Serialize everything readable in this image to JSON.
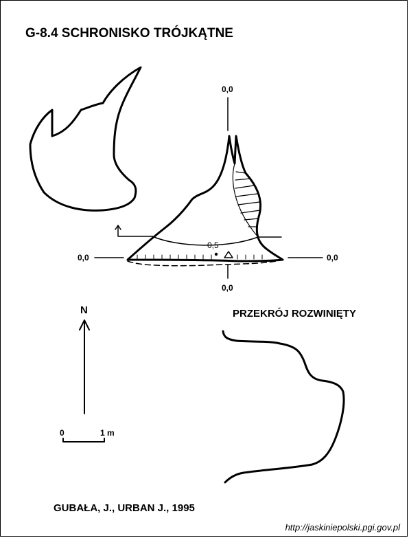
{
  "title": "G-8.4  SCHRONISKO TRÓJKĄTNE",
  "datum_labels": {
    "top": "0,0",
    "left": "0,0",
    "right": "0,0",
    "bottom": "0,0"
  },
  "depth_label": "0,5",
  "section_title": "PRZEKRÓJ ROZWINIĘTY",
  "north_label": "N",
  "scale": {
    "zero": "0",
    "one": "1 m"
  },
  "authors": "GUBAŁA, J., URBAN J., 1995",
  "url": "http://jaskiniepolski.pgi.gov.pl",
  "colors": {
    "ink": "#000000",
    "background": "#ffffff"
  }
}
